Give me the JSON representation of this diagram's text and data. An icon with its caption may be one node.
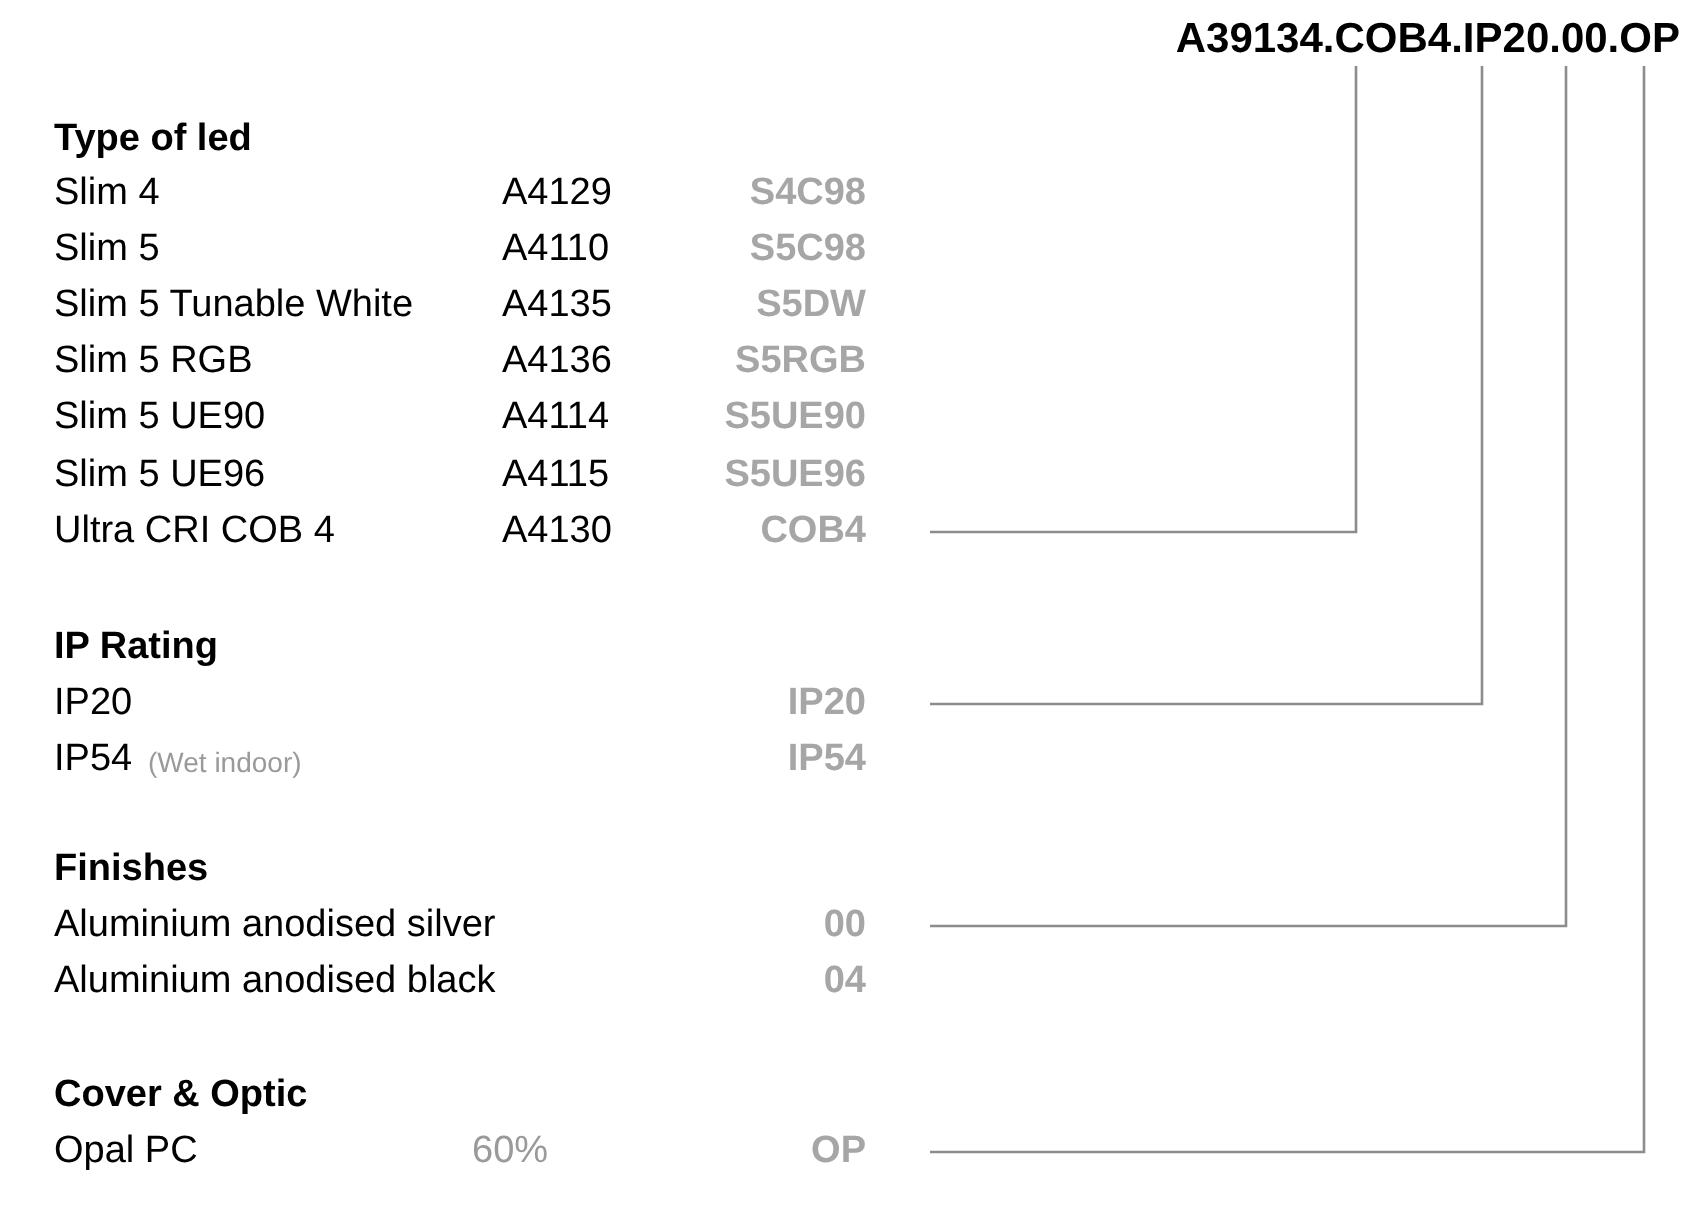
{
  "diagram": {
    "nodes": [
      {
        "text": [
          "A39134.COB4.IP20.00.OP"
        ]
      },
      {
        "text": [
          "COB4"
        ]
      },
      {
        "text": [
          "IP20"
        ]
      },
      {
        "text": [
          "00"
        ]
      },
      {
        "text": [
          "OP"
        ]
      }
    ],
    "edges": [
      {
        "from": 1,
        "to": 0,
        "arrow": "none"
      },
      {
        "from": 2,
        "to": 0,
        "arrow": "none"
      },
      {
        "from": 3,
        "to": 0,
        "arrow": "none"
      },
      {
        "from": 4,
        "to": 0,
        "arrow": "none"
      }
    ],
    "labels": [
      "Type of led",
      "Slim 4",
      "A4129",
      "S4C98",
      "Slim 5",
      "A4110",
      "S5C98",
      "Slim 5 Tunable White",
      "A4135",
      "S5DW",
      "Slim 5 RGB",
      "A4136",
      "S5RGB",
      "Slim 5 UE90",
      "A4114",
      "S5UE90",
      "Slim 5 UE96",
      "A4115",
      "S5UE96",
      "Ultra CRI COB 4",
      "A4130",
      "IP Rating",
      "IP20",
      "IP54",
      "(Wet indoor)",
      "IP54",
      "Finishes",
      "Aluminium anodised silver",
      "Aluminium anodised black",
      "04",
      "Cover & Optic",
      "Opal PC",
      "60%"
    ]
  }
}
